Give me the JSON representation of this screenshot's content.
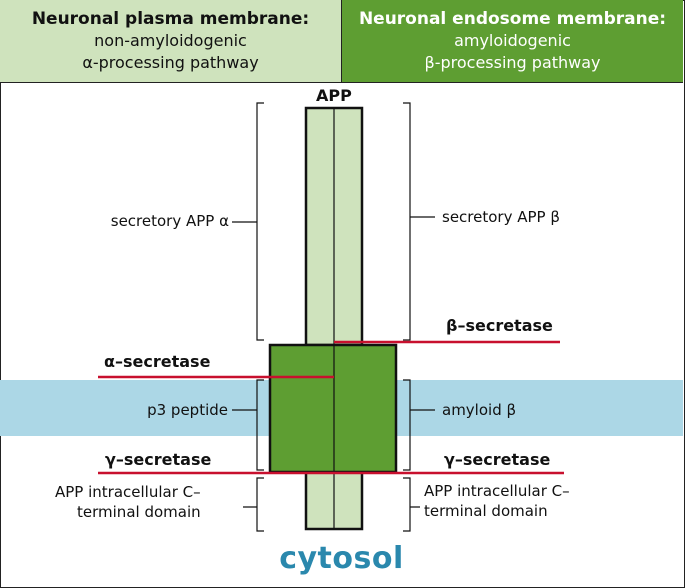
{
  "left_panel": {
    "title": "Neuronal plasma membrane:",
    "subtitle_1": "non-amyloidogenic",
    "subtitle_2": "α-processing pathway"
  },
  "right_panel": {
    "title": "Neuronal endosome membrane:",
    "subtitle_1": "amyloidogenic",
    "subtitle_2": "β-processing pathway"
  },
  "protein_label": "APP",
  "left_labels": {
    "secretory": "secretory APP α",
    "secretase": "α–secretase",
    "peptide": "p3 peptide",
    "gamma": "γ–secretase",
    "domain": "APP intracellular C–\nterminal domain"
  },
  "right_labels": {
    "secretory": "secretory APP β",
    "secretase": "β–secretase",
    "peptide": "amyloid β",
    "gamma": "γ–secretase",
    "domain": "APP intracellular C–\nterminal domain"
  },
  "compartment_label": "cytosol",
  "colors": {
    "light_green": "#cfe3bd",
    "dark_green": "#5e9e32",
    "membrane_blue": "#acd7e6",
    "cut_red": "#c8102e",
    "cytosol_text": "#2a88ad"
  }
}
